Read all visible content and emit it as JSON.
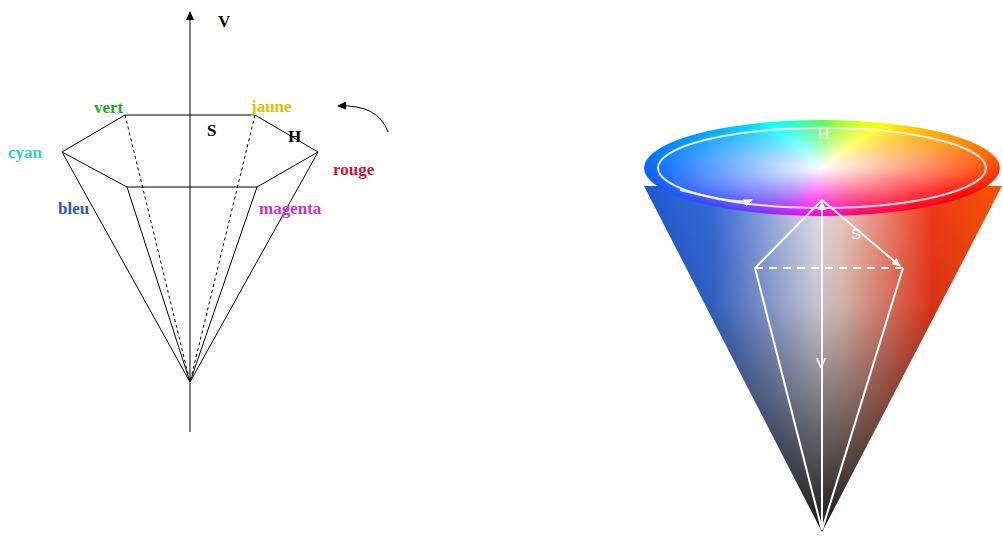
{
  "diagram": {
    "labels": [
      "V",
      "vert",
      "jaune",
      "S",
      "H",
      "cyan",
      "rouge",
      "bleu",
      "magenta",
      "H",
      "S",
      "V"
    ]
  }
}
